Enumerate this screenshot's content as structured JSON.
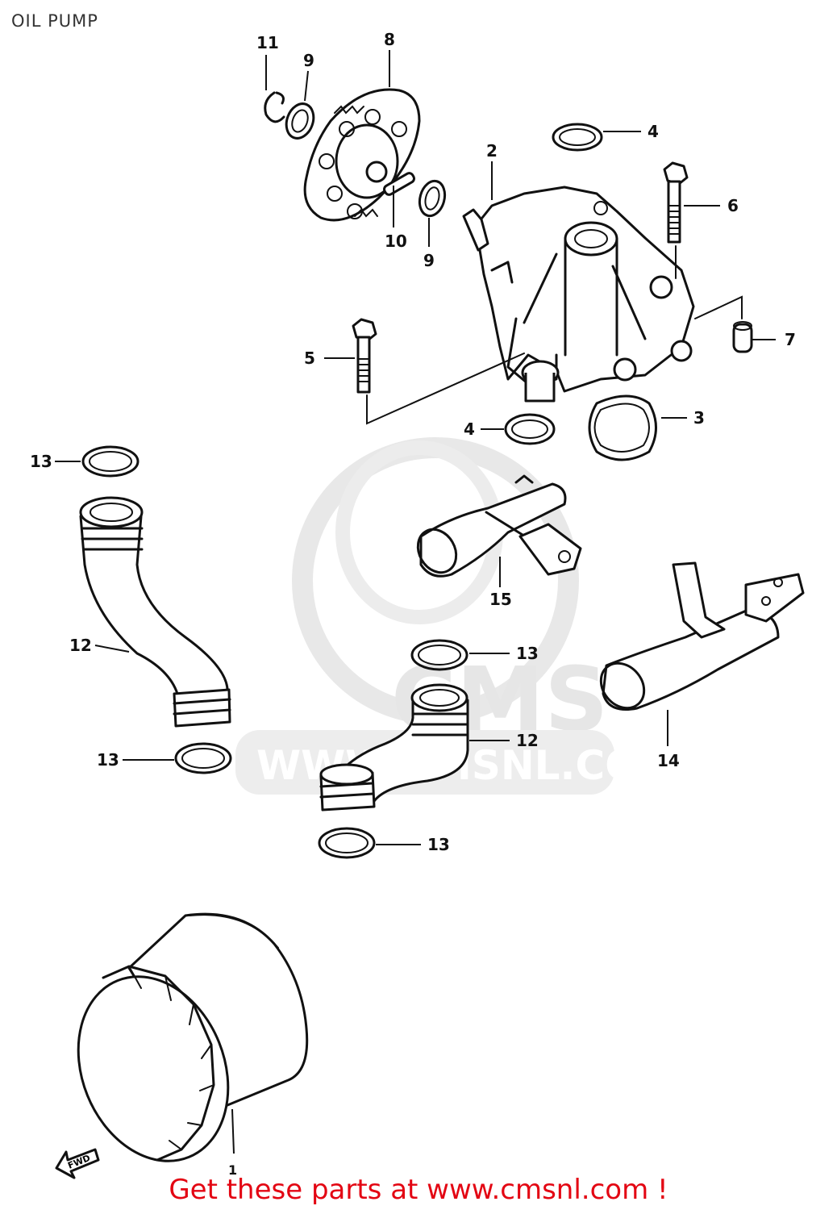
{
  "title": "OIL PUMP",
  "watermark": {
    "brand": "CMS",
    "url": "WWW.CMSNL.COM"
  },
  "footer": "Get these parts at www.cmsnl.com !",
  "footer_color": "#e30613",
  "fwd_label": "FWD",
  "callouts": {
    "c1": "1",
    "c2": "2",
    "c3": "3",
    "c4a": "4",
    "c4b": "4",
    "c5": "5",
    "c6": "6",
    "c7": "7",
    "c8": "8",
    "c9a": "9",
    "c9b": "9",
    "c10": "10",
    "c11": "11",
    "c12a": "12",
    "c12b": "12",
    "c13a": "13",
    "c13b": "13",
    "c13c": "13",
    "c13d": "13",
    "c14": "14",
    "c15": "15"
  }
}
